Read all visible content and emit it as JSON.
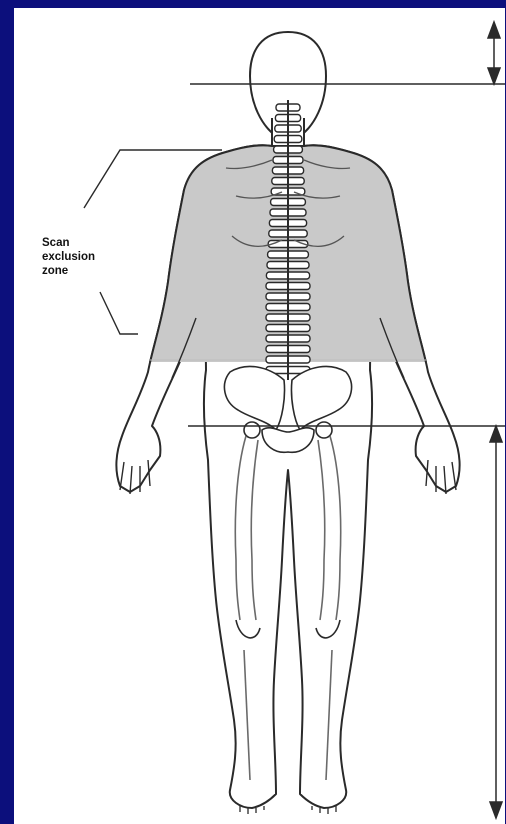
{
  "colors": {
    "background": "#0c0f7c",
    "panel": "#ffffff",
    "exclusion_zone_fill": "#c9c9c9",
    "outline": "#2a2a2a"
  },
  "diagram": {
    "label_lines": [
      "Scan",
      "exclusion",
      "zone"
    ],
    "regions": {
      "exclusion_zone": "torso (shoulders to pelvis)",
      "scanned_upper": "head",
      "scanned_lower": "pelvis to feet"
    },
    "icons": {
      "top_measure": "double-arrow-icon",
      "bottom_measure": "double-arrow-icon"
    }
  }
}
